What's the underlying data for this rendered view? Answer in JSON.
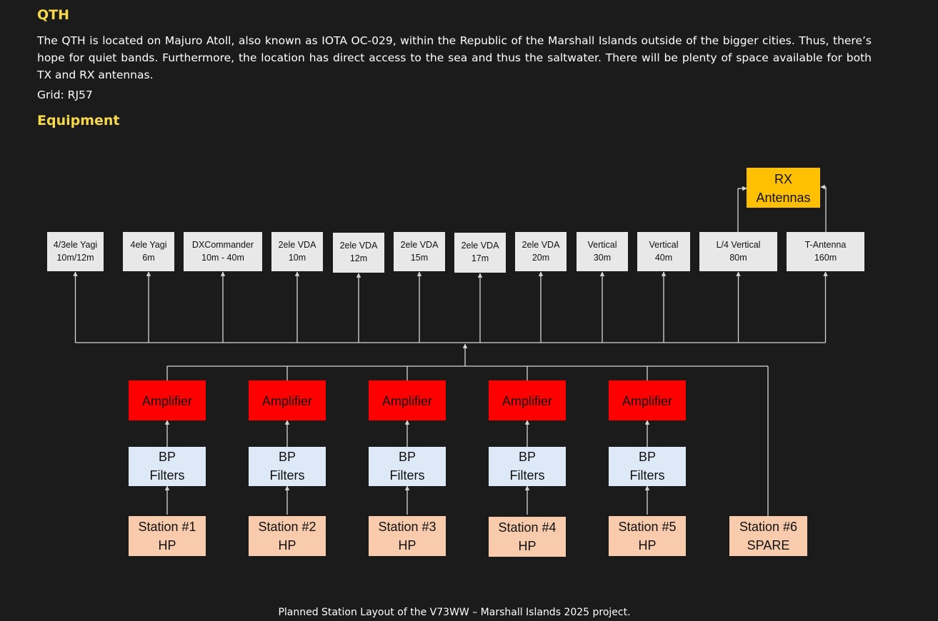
{
  "qth": {
    "heading": "QTH",
    "text": "The QTH is located on Majuro Atoll, also known as IOTA OC-029, within the Republic of the Marshall Islands outside of the bigger cities. Thus, there’s hope for quiet bands. Furthermore, the location has direct access to the sea and thus the saltwater. There will be plenty of space available for both TX and RX antennas.",
    "grid": "Grid: RJ57"
  },
  "equipment": {
    "heading": "Equipment"
  },
  "diagram": {
    "rx_antennas": {
      "line1": "RX",
      "line2": "Antennas"
    },
    "antennas": [
      {
        "line1": "4/3ele Yagi",
        "line2": "10m/12m"
      },
      {
        "line1": "4ele Yagi",
        "line2": "6m"
      },
      {
        "line1": "DXCommander",
        "line2": "10m - 40m"
      },
      {
        "line1": "2ele VDA",
        "line2": "10m"
      },
      {
        "line1": "2ele VDA",
        "line2": "12m"
      },
      {
        "line1": "2ele VDA",
        "line2": "15m"
      },
      {
        "line1": "2ele VDA",
        "line2": "17m"
      },
      {
        "line1": "2ele VDA",
        "line2": "20m"
      },
      {
        "line1": "Vertical",
        "line2": "30m"
      },
      {
        "line1": "Vertical",
        "line2": "40m"
      },
      {
        "line1": "L/4 Vertical",
        "line2": "80m"
      },
      {
        "line1": "T-Antenna",
        "line2": "160m"
      }
    ],
    "chains": [
      {
        "amplifier": "Amplifier",
        "filter1": "BP",
        "filter2": "Filters",
        "station1": "Station #1",
        "station2": "HP"
      },
      {
        "amplifier": "Amplifier",
        "filter1": "BP",
        "filter2": "Filters",
        "station1": "Station #2",
        "station2": "HP"
      },
      {
        "amplifier": "Amplifier",
        "filter1": "BP",
        "filter2": "Filters",
        "station1": "Station #3",
        "station2": "HP"
      },
      {
        "amplifier": "Amplifier",
        "filter1": "BP",
        "filter2": "Filters",
        "station1": "Station #4",
        "station2": "HP"
      },
      {
        "amplifier": "Amplifier",
        "filter1": "BP",
        "filter2": "Filters",
        "station1": "Station #5",
        "station2": "HP"
      }
    ],
    "spare_station": {
      "line1": "Station #6",
      "line2": "SPARE"
    },
    "colors": {
      "antenna_box": "#e8e8e8",
      "rx_box": "#fec000",
      "amplifier": "#ff0000",
      "filter": "#dde9f6",
      "station": "#f8cbac",
      "line": "#d6d6d6"
    }
  },
  "caption": "Planned Station Layout of the V73WW – Marshall Islands 2025 project."
}
